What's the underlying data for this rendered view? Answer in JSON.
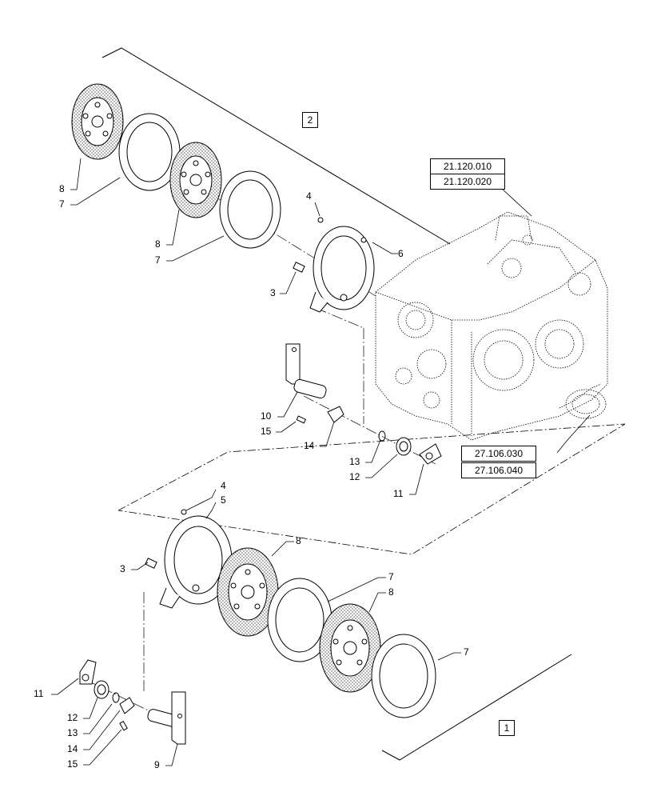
{
  "diagram": {
    "callouts": [
      {
        "id": "c8a",
        "text": "8"
      },
      {
        "id": "c7a",
        "text": "7"
      },
      {
        "id": "c8b",
        "text": "8"
      },
      {
        "id": "c7b",
        "text": "7"
      },
      {
        "id": "c4a",
        "text": "4"
      },
      {
        "id": "c6",
        "text": "6"
      },
      {
        "id": "c3a",
        "text": "3"
      },
      {
        "id": "c10",
        "text": "10"
      },
      {
        "id": "c15a",
        "text": "15"
      },
      {
        "id": "c14a",
        "text": "14"
      },
      {
        "id": "c13a",
        "text": "13"
      },
      {
        "id": "c12a",
        "text": "12"
      },
      {
        "id": "c11a",
        "text": "11"
      },
      {
        "id": "c4b",
        "text": "4"
      },
      {
        "id": "c5",
        "text": "5"
      },
      {
        "id": "c3b",
        "text": "3"
      },
      {
        "id": "c8c",
        "text": "8"
      },
      {
        "id": "c7c",
        "text": "7"
      },
      {
        "id": "c8d",
        "text": "8"
      },
      {
        "id": "c7d",
        "text": "7"
      },
      {
        "id": "c11b",
        "text": "11"
      },
      {
        "id": "c12b",
        "text": "12"
      },
      {
        "id": "c13b",
        "text": "13"
      },
      {
        "id": "c14b",
        "text": "14"
      },
      {
        "id": "c15b",
        "text": "15"
      },
      {
        "id": "c9",
        "text": "9"
      }
    ],
    "group_labels": {
      "upper": "2",
      "lower": "1"
    },
    "ref_housing": [
      "21.120.010",
      "21.120.020"
    ],
    "ref_cover": [
      "27.106.030",
      "27.106.040"
    ]
  }
}
